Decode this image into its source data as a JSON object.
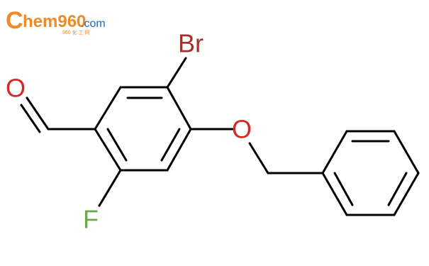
{
  "logo": {
    "brand_main": "hem960",
    "brand_initial": "C",
    "brand_suffix": ".com",
    "brand_sub": "960 化 工 网",
    "colors": {
      "orange": "#f08a24",
      "blue": "#1f6fb5"
    }
  },
  "structure": {
    "atoms": {
      "oxygen_aldehyde": {
        "label": "O",
        "color": "#d62828"
      },
      "bromine": {
        "label": "Br",
        "color": "#a0322d"
      },
      "oxygen_ether": {
        "label": "O",
        "color": "#d62828"
      },
      "fluorine": {
        "label": "F",
        "color": "#6aa84f"
      }
    },
    "bond_color": "#000000"
  }
}
